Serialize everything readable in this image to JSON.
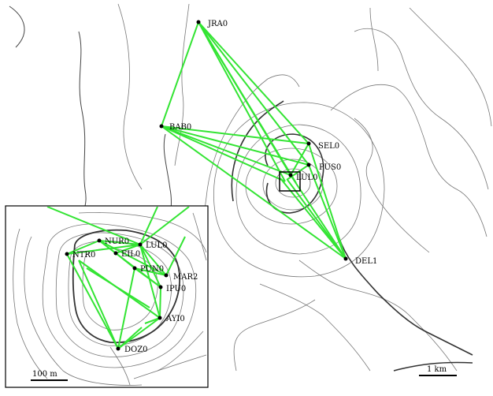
{
  "main_map": {
    "stations": [
      {
        "id": "JRA0",
        "label": "JRA0"
      },
      {
        "id": "BAB0",
        "label": "BAB0"
      },
      {
        "id": "SEL0",
        "label": "SEL0"
      },
      {
        "id": "PUS0",
        "label": "PUS0"
      },
      {
        "id": "LUL0",
        "label": "LUL0"
      },
      {
        "id": "DEL1",
        "label": "DEL1"
      }
    ],
    "scale_bar_label": "1 km"
  },
  "inset_map": {
    "stations": [
      {
        "id": "NUR0",
        "label": "NUR0"
      },
      {
        "id": "LUL0",
        "label": "LUL0"
      },
      {
        "id": "NTR0",
        "label": "NTR0"
      },
      {
        "id": "EIL0",
        "label": "EIL0"
      },
      {
        "id": "PUN0",
        "label": "PUN0"
      },
      {
        "id": "MAR2",
        "label": "MAR2"
      },
      {
        "id": "IPU0",
        "label": "IPU0"
      },
      {
        "id": "AYI0",
        "label": "AYI0"
      },
      {
        "id": "DOZ0",
        "label": "DOZ0"
      }
    ],
    "scale_bar_label": "100 m"
  },
  "colors": {
    "network_line": "#33e433",
    "contour": "#666666",
    "coast": "#333333",
    "station": "#000000"
  }
}
